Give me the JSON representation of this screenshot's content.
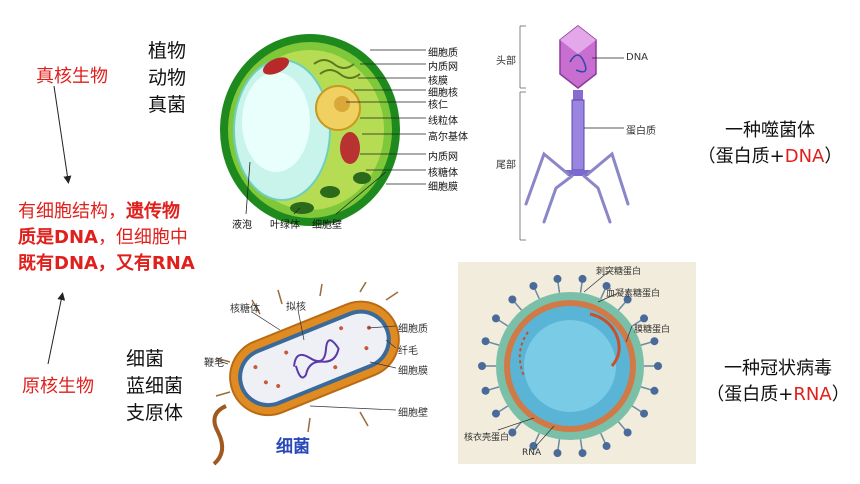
{
  "left": {
    "eukaryote_label": "真核生物",
    "eukaryote_examples": [
      "植物",
      "动物",
      "真菌"
    ],
    "conclusion": {
      "line1_plain": "有细胞结构，",
      "line1_bold": "遗传物",
      "line2_bold1": "质是DNA",
      "line2_plain": "，但细胞中",
      "line3_bold": "既有DNA，又有RNA"
    },
    "prokaryote_label": "原核生物",
    "prokaryote_examples": [
      "细菌",
      "蓝细菌",
      "支原体"
    ]
  },
  "plant_cell": {
    "labels": [
      "细胞质",
      "内质网",
      "核膜",
      "细胞核",
      "核仁",
      "线粒体",
      "高尔基体",
      "内质网",
      "核糖体",
      "细胞膜"
    ],
    "bottom_labels": [
      "液泡",
      "叶绿体",
      "细胞壁"
    ]
  },
  "phage": {
    "head_label": "头部",
    "tail_label": "尾部",
    "dna_label": "DNA",
    "protein_label": "蛋白质",
    "caption_line1": "一种噬菌体",
    "caption_open": "（蛋白质+",
    "caption_highlight": "DNA",
    "caption_close": "）"
  },
  "bacterium": {
    "labels": {
      "ribosome": "核糖体",
      "nucleoid": "拟核",
      "cytoplasm": "细胞质",
      "pilus": "纤毛",
      "membrane": "细胞膜",
      "wall": "细胞壁",
      "flagellum": "鞭毛"
    },
    "title": "细菌"
  },
  "coronavirus": {
    "labels": {
      "spike": "刺突糖蛋白",
      "he": "血凝素糖蛋白",
      "membrane": "膜糖蛋白",
      "nucleocapsid": "核衣壳蛋白",
      "rna": "RNA"
    },
    "caption_line1": "一种冠状病毒",
    "caption_open": "（蛋白质+",
    "caption_highlight": "RNA",
    "caption_close": "）"
  },
  "colors": {
    "accent_red": "#e0201c",
    "cell_green": "#2e9a2a",
    "bacterium_orange": "#e08a22",
    "virus_blue": "#5ab4d6"
  }
}
